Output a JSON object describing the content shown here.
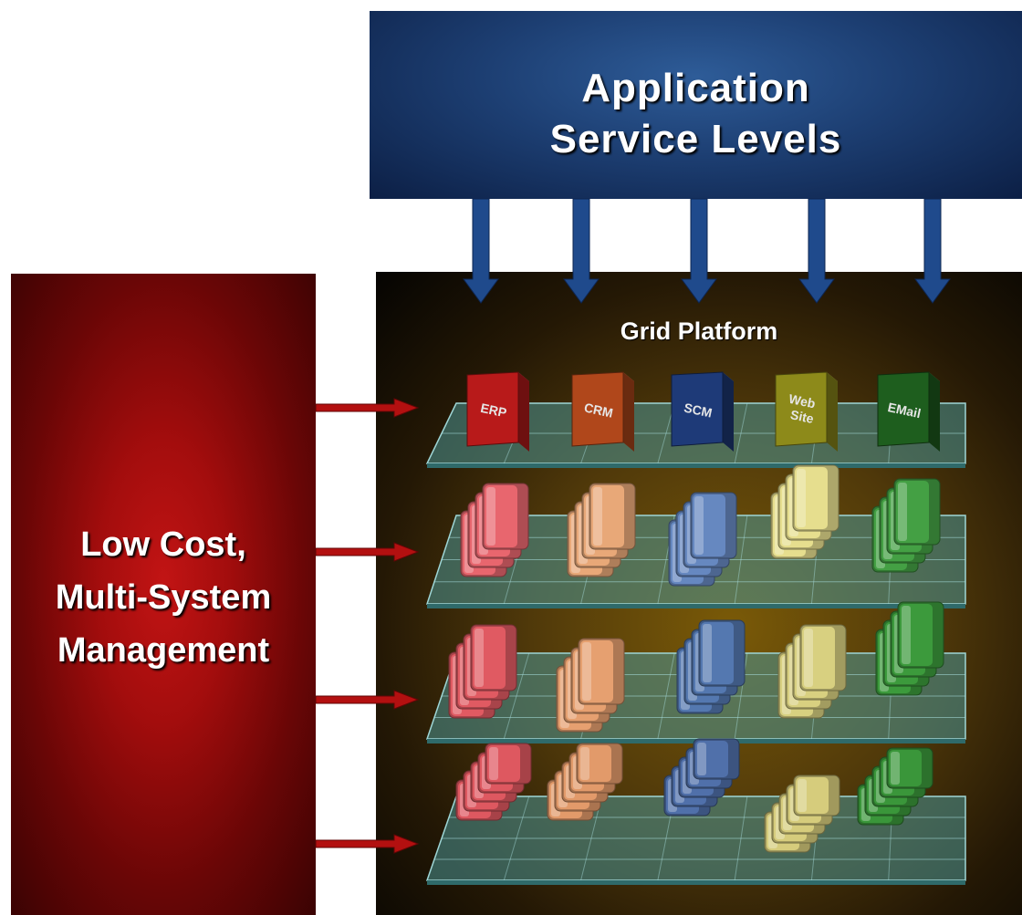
{
  "top_box": {
    "line1": "Application",
    "line2": "Service Levels"
  },
  "left_box": {
    "line1": "Low Cost,",
    "line2": "Multi-System",
    "line3": "Management"
  },
  "grid": {
    "title": "Grid Platform"
  },
  "apps": [
    {
      "line1": "ERP",
      "line2": "",
      "color": "#b81a1a"
    },
    {
      "line1": "CRM",
      "line2": "",
      "color": "#b0471b"
    },
    {
      "line1": "SCM",
      "line2": "",
      "color": "#1e3a78"
    },
    {
      "line1": "Web",
      "line2": "Site",
      "color": "#8d8a1a"
    },
    {
      "line1": "EMail",
      "line2": "",
      "color": "#1e5e1e"
    }
  ],
  "tier_colors": [
    [
      "#e8666e",
      "#e8a878",
      "#6688c0",
      "#e6de8e",
      "#44a044"
    ],
    [
      "#e05a62",
      "#e6a070",
      "#5478b0",
      "#d8d080",
      "#3c9a3c"
    ],
    [
      "#de5860",
      "#e29a6a",
      "#5070aa",
      "#d6cc7c",
      "#3a963a"
    ]
  ],
  "colors": {
    "top_box": "#1d3f73",
    "left_box": "#a30d0d",
    "down_arrow": "#1f4a8c",
    "right_arrow": "#b31010",
    "shelf": "#4a9696"
  }
}
